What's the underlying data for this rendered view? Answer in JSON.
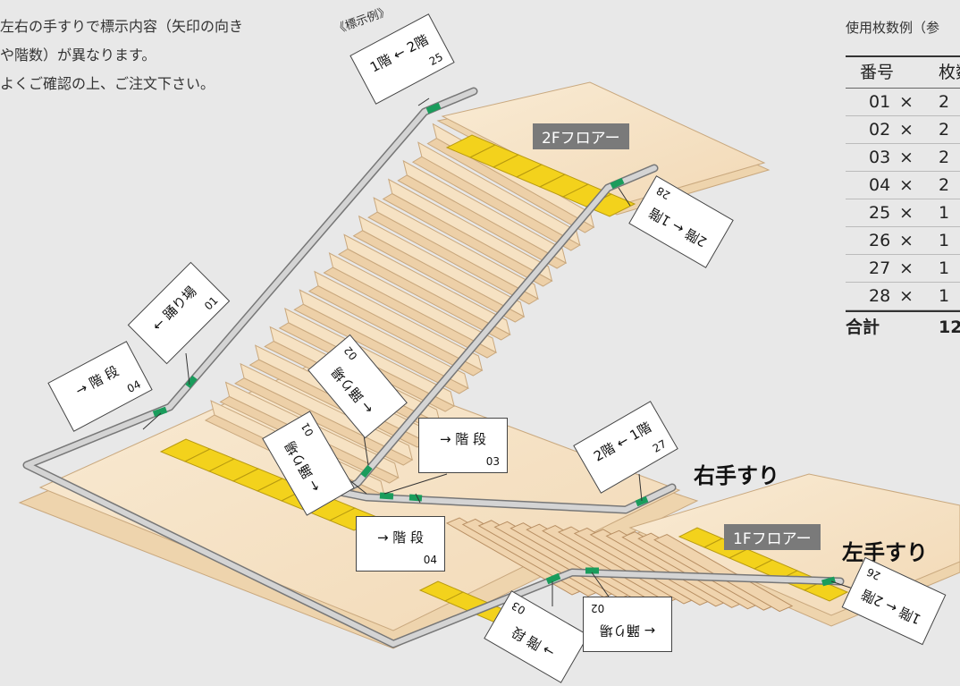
{
  "notes": [
    "左右の手すりで標示内容（矢印の向き",
    "や階数）が異なります。",
    "よくご確認の上、ご注文下さい。"
  ],
  "sample_label": "《標示例》",
  "floors": {
    "second": "2Fフロアー",
    "first": "1Fフロアー"
  },
  "rails": {
    "right": "右手すり",
    "left": "左手すり"
  },
  "table": {
    "title": "使用枚数例（参",
    "headers": [
      "番号",
      "枚数"
    ],
    "rows": [
      {
        "no": "01",
        "x": "×",
        "qty": "2"
      },
      {
        "no": "02",
        "x": "×",
        "qty": "2"
      },
      {
        "no": "03",
        "x": "×",
        "qty": "2"
      },
      {
        "no": "04",
        "x": "×",
        "qty": "2"
      },
      {
        "no": "25",
        "x": "×",
        "qty": "1"
      },
      {
        "no": "26",
        "x": "×",
        "qty": "1"
      },
      {
        "no": "27",
        "x": "×",
        "qty": "1"
      },
      {
        "no": "28",
        "x": "×",
        "qty": "1"
      }
    ],
    "total_label": "合計",
    "total_value": "12"
  },
  "signs": [
    {
      "text": "1階 ← 2階",
      "num": "25"
    },
    {
      "text": "← 踊り場",
      "num": "01"
    },
    {
      "text": "→ 階 段",
      "num": "04"
    },
    {
      "text": "2階 ← 1階",
      "num": "28"
    },
    {
      "text": "← 踊り場",
      "num": "02"
    },
    {
      "text": "→ 階 段",
      "num": "03"
    },
    {
      "text": "← 踊り場",
      "num": "01"
    },
    {
      "text": "2階 ← 1階",
      "num": "27"
    },
    {
      "text": "→ 階 段",
      "num": "04"
    },
    {
      "text": "→ 階 段",
      "num": "03"
    },
    {
      "text": "← 踊り場",
      "num": "02"
    },
    {
      "text": "1階 ← 2階",
      "num": "26"
    }
  ],
  "colors": {
    "floor": "#f7e3c6",
    "floor_edge": "#e2c49c",
    "step": "#edd0a8",
    "tactile": "#f3d21c",
    "rail": "#c8c8c8",
    "rail_band": "#1a9c5c"
  }
}
